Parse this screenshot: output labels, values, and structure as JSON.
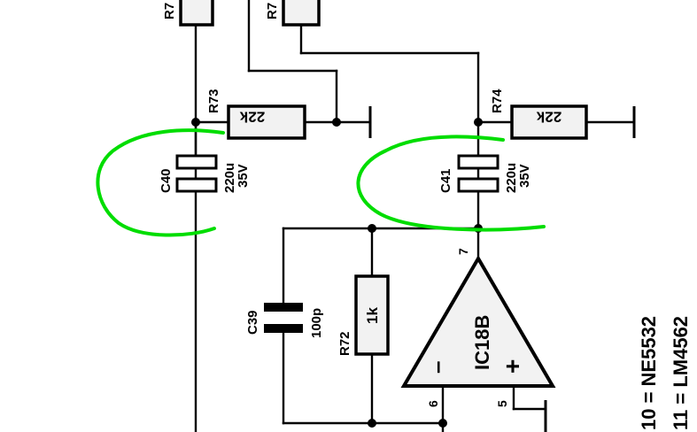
{
  "components": {
    "R73": {
      "ref": "R73",
      "value": "22k"
    },
    "R74": {
      "ref": "R74",
      "value": "22k"
    },
    "C40": {
      "ref": "C40",
      "value": "220u",
      "voltage": "35V"
    },
    "C41": {
      "ref": "C41",
      "value": "220u",
      "voltage": "35V"
    },
    "C39": {
      "ref": "C39",
      "value": "100p"
    },
    "R72": {
      "ref": "R72",
      "value": "1k"
    },
    "IC18B": {
      "ref": "IC18B",
      "minus": "–",
      "plus": "+"
    },
    "top_left": {
      "ref": "R7"
    },
    "top_mid": {
      "ref": "R7"
    }
  },
  "pins": {
    "pin7": "7",
    "pin6": "6",
    "pin5": "5"
  },
  "notes": {
    "line1": "10 = NE5532",
    "line2": "11 = LM4562"
  },
  "colors": {
    "annotation": "#00dd00",
    "resistor_fill": "#f2f2f2",
    "ink": "#000000"
  }
}
